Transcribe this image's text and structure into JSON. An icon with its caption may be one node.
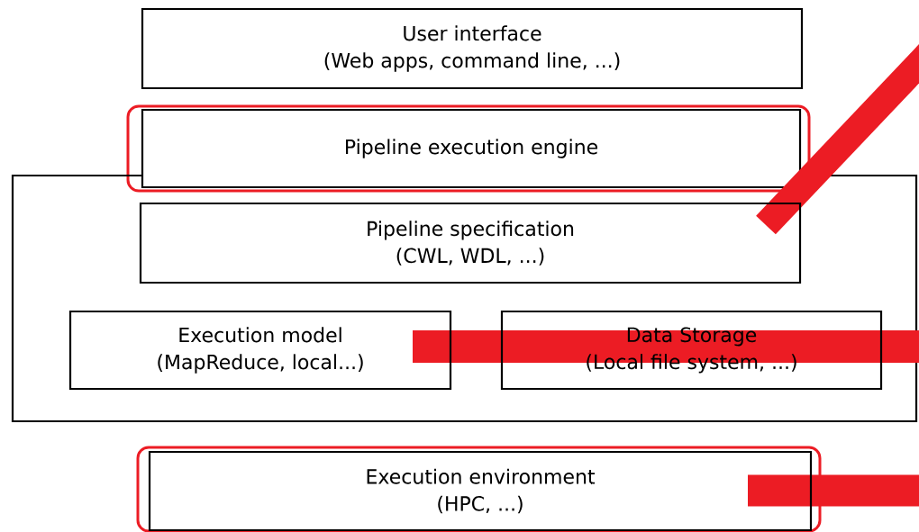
{
  "diagram": {
    "nodes": [
      {
        "text": [
          "User interface",
          "(Web apps, command line, ...)"
        ]
      },
      {
        "text": [
          "Pipeline execution engine"
        ]
      },
      {
        "text": [],
        "shape": "box"
      },
      {
        "text": [
          "Pipeline specification",
          "(CWL, WDL, ...)"
        ],
        "in": 2
      },
      {
        "text": [
          "Execution model",
          "(MapReduce, local...)"
        ],
        "in": 2
      },
      {
        "text": [
          "Data Storage",
          "(Local file system, ...)"
        ],
        "in": 2
      },
      {
        "text": [
          "Execution environment",
          "(HPC, ...)"
        ]
      }
    ],
    "edges": [
      {
        "from": null,
        "to": 1,
        "arrow": "none"
      },
      {
        "from": null,
        "to": 4,
        "arrow": "none"
      },
      {
        "from": null,
        "to": 6,
        "arrow": "none"
      }
    ]
  }
}
